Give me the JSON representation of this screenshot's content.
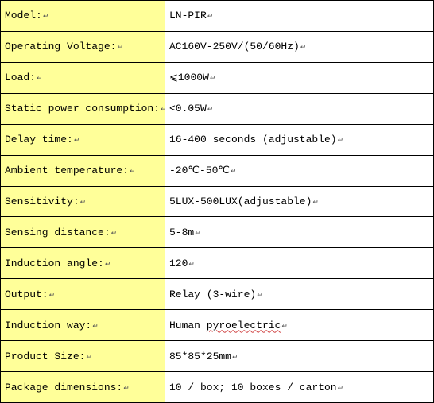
{
  "paragraph_mark": "↵",
  "label_bg": "#ffff99",
  "value_bg": "#ffffff",
  "rows": [
    {
      "label": "Model:",
      "value": "LN-PIR"
    },
    {
      "label": "Operating Voltage:",
      "value": "AC160V-250V/(50/60Hz)"
    },
    {
      "label": "Load:",
      "value": "⩽1000W"
    },
    {
      "label": "Static power consumption:",
      "value": "<0.05W"
    },
    {
      "label": "Delay time:",
      "value": "16-400 seconds (adjustable)"
    },
    {
      "label": "Ambient temperature:",
      "value": "-20℃-50℃"
    },
    {
      "label": "Sensitivity:",
      "value": "5LUX-500LUX(adjustable)"
    },
    {
      "label": "Sensing distance:",
      "value": "5-8m"
    },
    {
      "label": "Induction angle:",
      "value": "120"
    },
    {
      "label": "Output:",
      "value": "Relay (3-wire)"
    },
    {
      "label": "Induction way:",
      "value_pre": "Human ",
      "value_squiggle": "pyroelectric"
    },
    {
      "label": "Product Size:",
      "value": "85*85*25mm"
    },
    {
      "label": "Package dimensions:",
      "value": "10 / box; 10 boxes / carton"
    }
  ]
}
